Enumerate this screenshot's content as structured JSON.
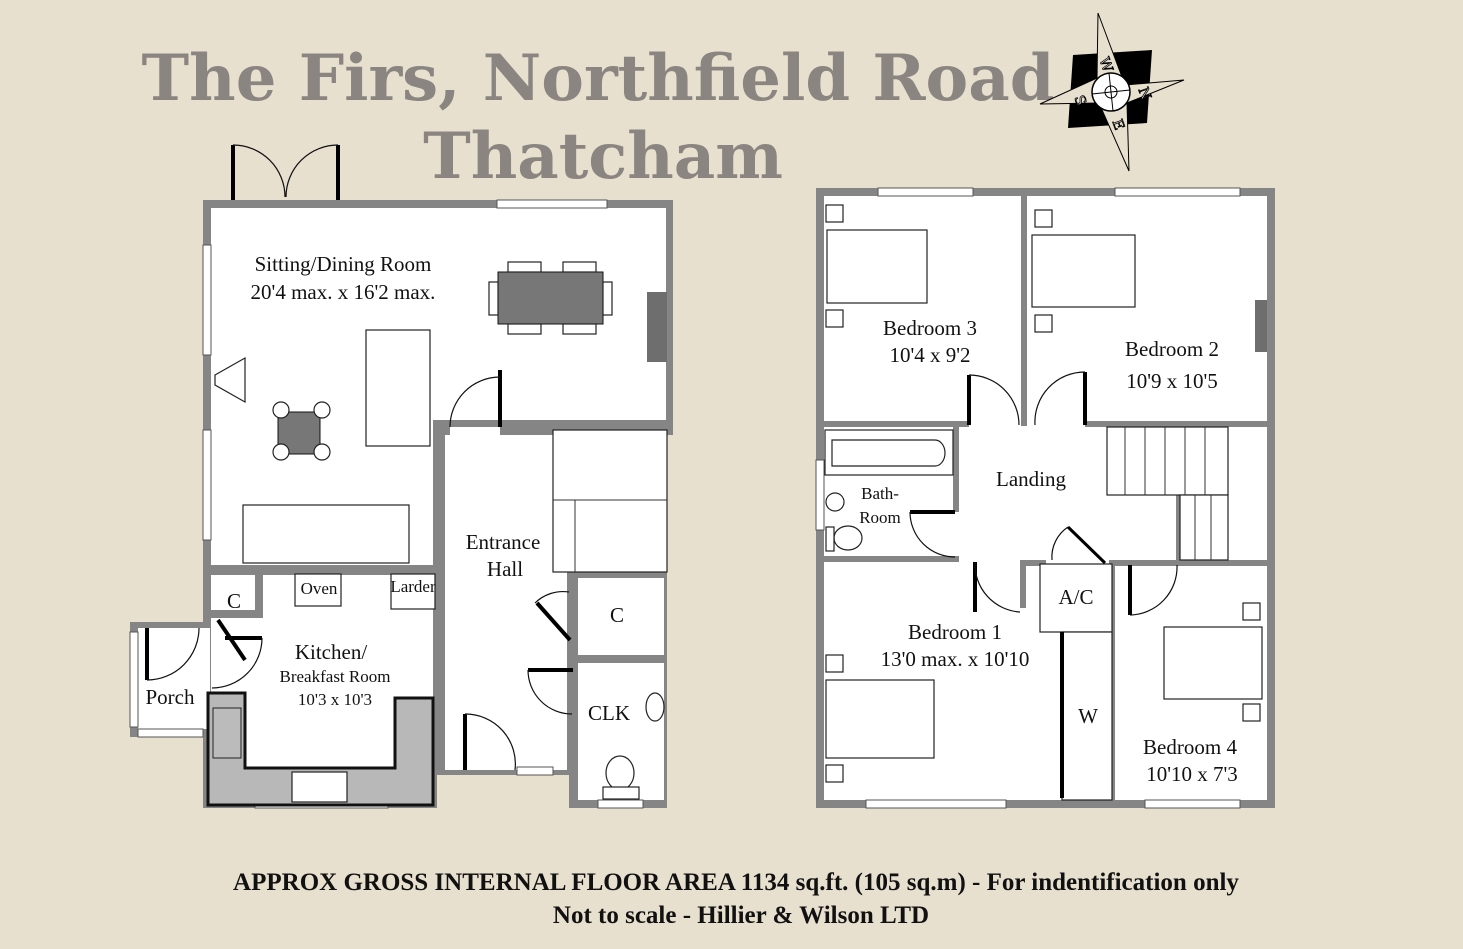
{
  "title": {
    "line1": "The Firs, Northfield Road",
    "line2": "Thatcham"
  },
  "compass": {
    "n": "N",
    "e": "E",
    "s": "S",
    "w": "W"
  },
  "ground_floor": {
    "sitting": {
      "name": "Sitting/Dining Room",
      "size": "20'4 max. x 16'2 max."
    },
    "kitchen": {
      "name1": "Kitchen/",
      "name2": "Breakfast Room",
      "size": "10'3 x 10'3"
    },
    "entrance": {
      "name1": "Entrance",
      "name2": "Hall"
    },
    "porch": "Porch",
    "cupboard_kitchen": "C",
    "cupboard_hall": "C",
    "clk": "CLK",
    "oven": "Oven",
    "larder": "Larder"
  },
  "first_floor": {
    "bedroom1": {
      "name": "Bedroom 1",
      "size": "13'0 max. x 10'10"
    },
    "bedroom2": {
      "name": "Bedroom 2",
      "size": "10'9 x 10'5"
    },
    "bedroom3": {
      "name": "Bedroom 3",
      "size": "10'4 x 9'2"
    },
    "bedroom4": {
      "name": "Bedroom 4",
      "size": "10'10 x 7'3"
    },
    "bathroom": {
      "name1": "Bath-",
      "name2": "Room"
    },
    "landing": "Landing",
    "airing": "A/C",
    "wardrobe": "W"
  },
  "footer": {
    "line1": "APPROX GROSS INTERNAL FLOOR AREA 1134 sq.ft. (105 sq.m) - For indentification only",
    "line2": "Not to scale - Hillier & Wilson LTD"
  }
}
